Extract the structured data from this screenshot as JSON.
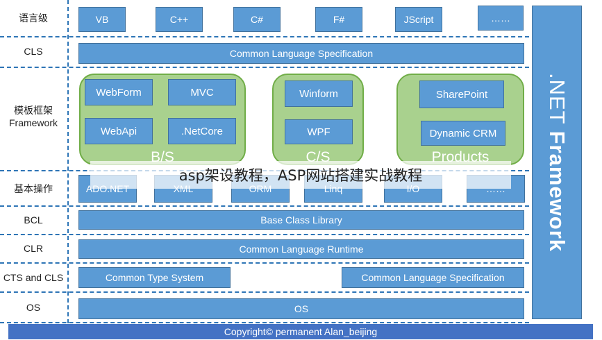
{
  "rows": {
    "language": "语言级",
    "cls": "CLS",
    "framework_line1": "模板框架",
    "framework_line2": "Framework",
    "basic_ops": "基本操作",
    "bcl": "BCL",
    "clr": "CLR",
    "cts_cls": "CTS and CLS",
    "os": "OS"
  },
  "languages": [
    "VB",
    "C++",
    "C#",
    "F#",
    "JScript",
    "……"
  ],
  "cls_bar": "Common Language Specification",
  "groups": {
    "bs": {
      "label": "B/S",
      "items": [
        "WebForm",
        "MVC",
        "WebApi",
        ".NetCore"
      ]
    },
    "cs": {
      "label": "C/S",
      "items": [
        "Winform",
        "WPF"
      ]
    },
    "products": {
      "label": "Products",
      "items": [
        "SharePoint",
        "Dynamic CRM"
      ]
    }
  },
  "basic_ops": [
    "ADO.NET",
    "XML",
    "ORM",
    "Linq",
    "I/O",
    "……"
  ],
  "bcl_bar": "Base Class Library",
  "clr_bar": "Common Language Runtime",
  "cts": "Common Type System",
  "cls_right": "Common Language Specification",
  "os_bar": "OS",
  "net_framework": {
    "part1": ".NET ",
    "part2": "Framework"
  },
  "footer": "Copyright© permanent  Alan_beijing",
  "watermark": "asp架设教程，ASP网站搭建实战教程",
  "colors": {
    "box_blue": "#5b9bd5",
    "group_green": "#a9d18e",
    "divider_blue": "#2e75b6",
    "footer_blue": "#4472c4"
  }
}
